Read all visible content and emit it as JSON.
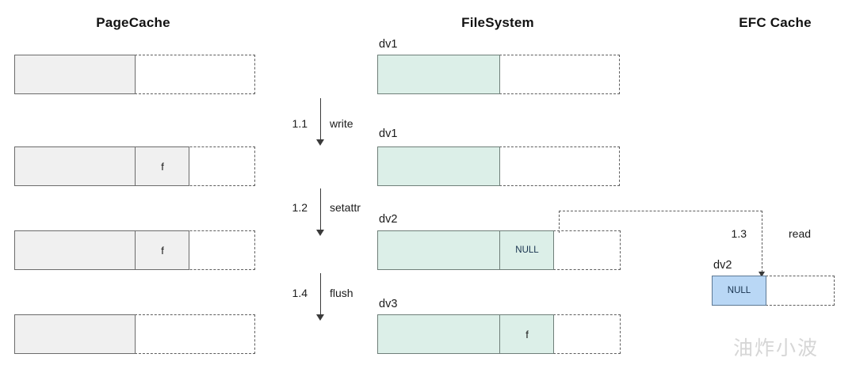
{
  "columns": [
    {
      "id": "pagecache",
      "title": "PageCache"
    },
    {
      "id": "filesystem",
      "title": "FileSystem"
    },
    {
      "id": "efccache",
      "title": "EFC Cache"
    }
  ],
  "pagecache": {
    "rows": [
      {
        "id": "pc-row-1",
        "cell_label": ""
      },
      {
        "id": "pc-row-2",
        "cell_label": "f"
      },
      {
        "id": "pc-row-3",
        "cell_label": "f"
      },
      {
        "id": "pc-row-4",
        "cell_label": ""
      }
    ]
  },
  "filesystem": {
    "rows": [
      {
        "id": "fs-row-1",
        "version": "dv1",
        "cell_label": ""
      },
      {
        "id": "fs-row-2",
        "version": "dv1",
        "cell_label": ""
      },
      {
        "id": "fs-row-3",
        "version": "dv2",
        "cell_label": "NULL"
      },
      {
        "id": "fs-row-4",
        "version": "dv3",
        "cell_label": "f"
      }
    ]
  },
  "efccache": {
    "version": "dv2",
    "cell_label": "NULL"
  },
  "steps": [
    {
      "id": "step-1-1",
      "number": "1.1",
      "operation": "write"
    },
    {
      "id": "step-1-2",
      "number": "1.2",
      "operation": "setattr"
    },
    {
      "id": "step-1-4",
      "number": "1.4",
      "operation": "flush"
    }
  ],
  "read_step": {
    "id": "step-1-3",
    "number": "1.3",
    "operation": "read"
  },
  "watermark": {
    "text": "油炸小波"
  },
  "colors": {
    "mint_fill": "#dcefe8",
    "gray_fill": "#f0f0f0",
    "blue_fill": "#b9d7f5",
    "solid_border": "#6b6b6b",
    "dashed_border": "#5e5e5e",
    "text": "#1b1b1b",
    "watermark": "#d6d6d6"
  }
}
